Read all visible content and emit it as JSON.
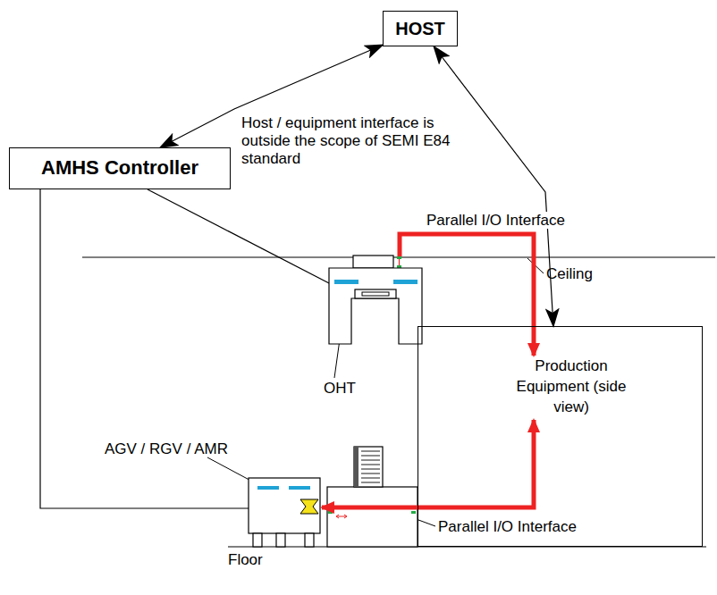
{
  "diagram": {
    "nodes": [
      {
        "text": [
          "HOST"
        ]
      },
      {
        "text": [
          "AMHS Controller"
        ]
      },
      {
        "text": [
          "Production Equipment (side view)"
        ]
      }
    ],
    "edges": [
      {
        "from": 1,
        "to": 0,
        "arrow": "both",
        "label": "Host / equipment interface is outside the scope of SEMI E84 standard"
      },
      {
        "from": 0,
        "to": 2,
        "arrow": "both"
      }
    ],
    "labels": [
      "Parallel I/O Interface",
      "Ceiling",
      "OHT",
      "AGV / RGV / AMR",
      "Parallel I/O Interface",
      "Floor"
    ]
  }
}
